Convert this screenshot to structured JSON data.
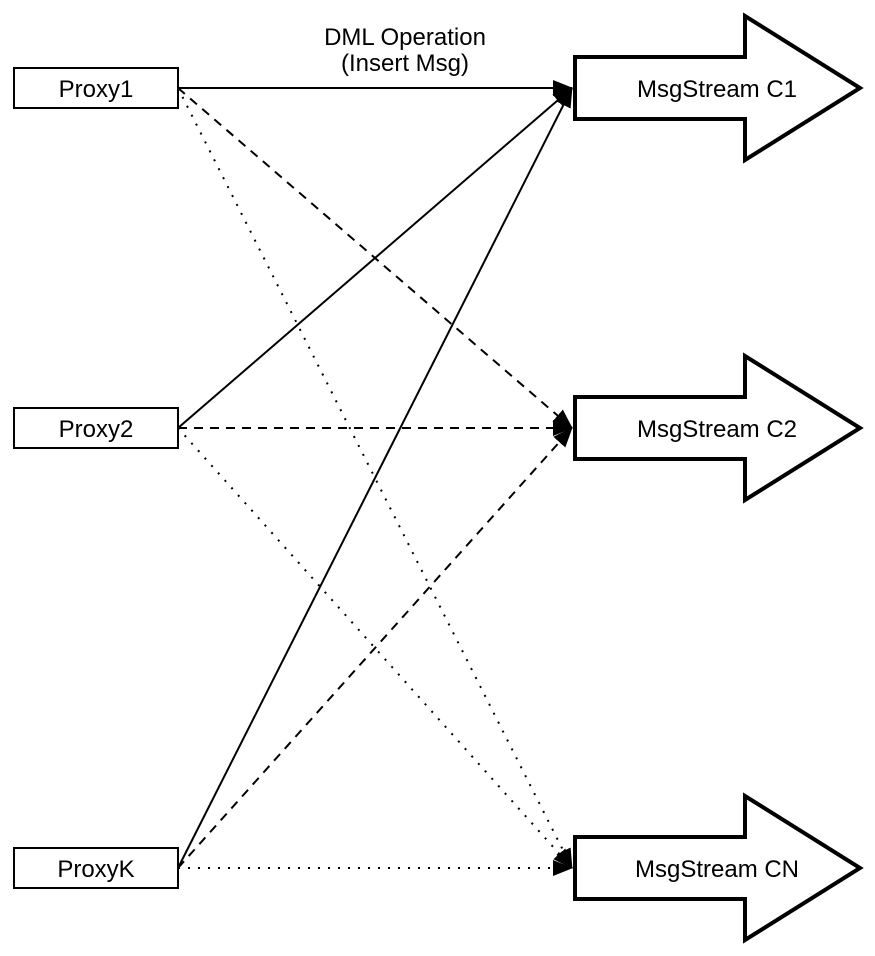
{
  "diagram": {
    "title": {
      "line1": "DML Operation",
      "line2": "(Insert Msg)"
    },
    "proxies": [
      {
        "id": "proxy1",
        "label": "Proxy1"
      },
      {
        "id": "proxy2",
        "label": "Proxy2"
      },
      {
        "id": "proxyk",
        "label": "ProxyK"
      }
    ],
    "streams": [
      {
        "id": "c1",
        "label": "MsgStream C1"
      },
      {
        "id": "c2",
        "label": "MsgStream C2"
      },
      {
        "id": "cn",
        "label": "MsgStream CN"
      }
    ],
    "connections": [
      {
        "from": "Proxy1",
        "to": "MsgStream C1",
        "style": "solid"
      },
      {
        "from": "Proxy1",
        "to": "MsgStream C2",
        "style": "dashed"
      },
      {
        "from": "Proxy1",
        "to": "MsgStream CN",
        "style": "dotted"
      },
      {
        "from": "Proxy2",
        "to": "MsgStream C1",
        "style": "solid"
      },
      {
        "from": "Proxy2",
        "to": "MsgStream C2",
        "style": "dashed"
      },
      {
        "from": "Proxy2",
        "to": "MsgStream CN",
        "style": "dotted"
      },
      {
        "from": "ProxyK",
        "to": "MsgStream C1",
        "style": "solid"
      },
      {
        "from": "ProxyK",
        "to": "MsgStream C2",
        "style": "dashed"
      },
      {
        "from": "ProxyK",
        "to": "MsgStream CN",
        "style": "dotted"
      }
    ],
    "colors": {
      "stroke": "#000000",
      "fill": "#ffffff",
      "background": "#ffffff"
    }
  }
}
